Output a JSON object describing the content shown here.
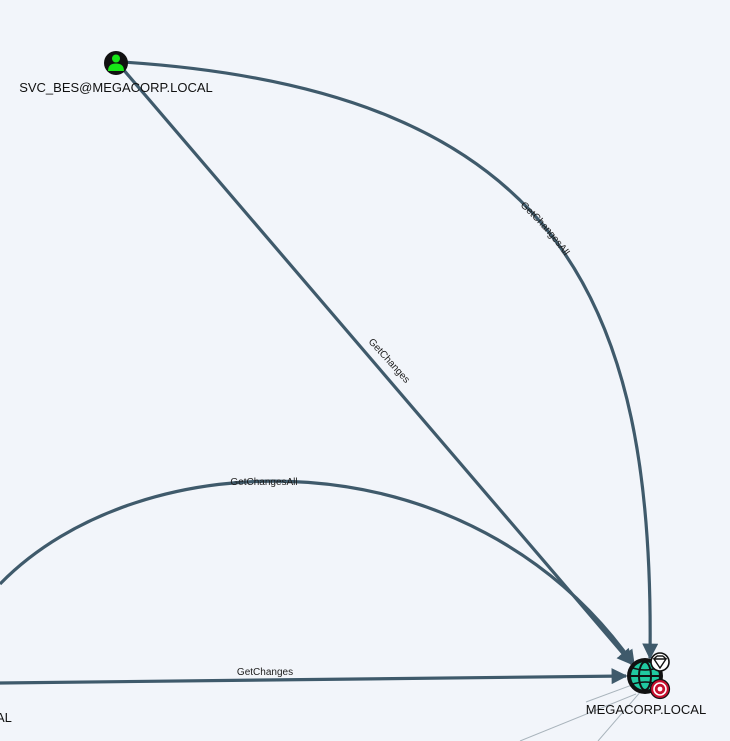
{
  "nodes": {
    "user": {
      "label": "SVC_BES@MEGACORP.LOCAL",
      "icon": "user-icon",
      "color": "#17e617"
    },
    "domain": {
      "label": "MEGACORP.LOCAL",
      "icon": "globe-icon",
      "color": "#20c9a0",
      "badges": [
        "owned-icon",
        "target-icon"
      ]
    },
    "offscreen": {
      "label": "AL"
    }
  },
  "edges": {
    "user_domain_getchangesall": "GetChangesAll",
    "user_domain_getchanges": "GetChanges",
    "left_domain_getchangesall": "GetChangesAll",
    "left_domain_getchanges": "GetChanges"
  },
  "colors": {
    "background": "#f2f5fa",
    "edge": "#3f5a6b",
    "thin_edge": "#a9b4bc",
    "target_badge": "#c8102e"
  }
}
